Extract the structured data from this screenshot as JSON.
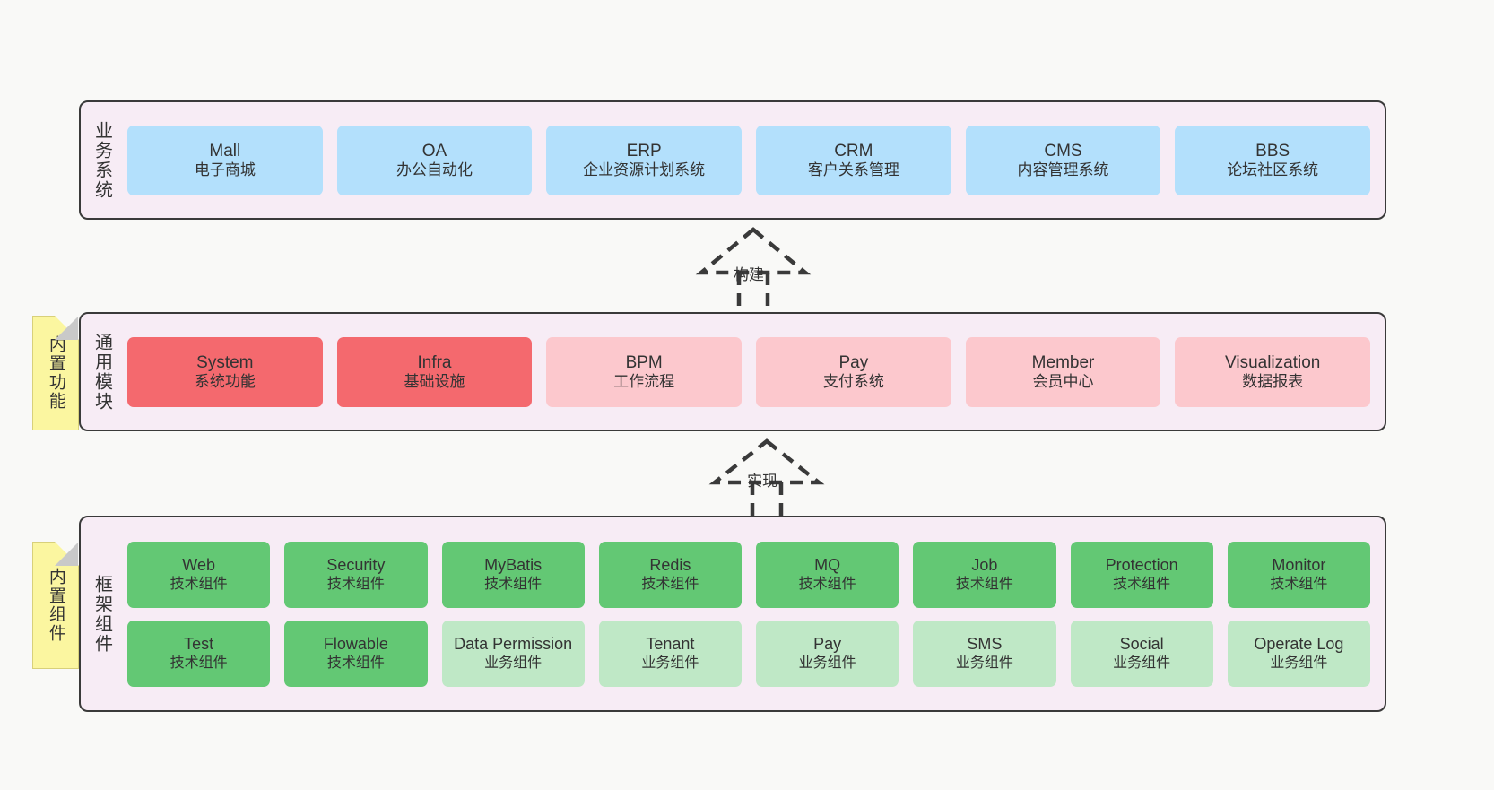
{
  "diagram": {
    "background_color": "#f9f9f7",
    "layer_bg_color": "#f7ecf5",
    "layer_border_color": "#3a3a3a"
  },
  "layers": {
    "business": {
      "title": "业务系统",
      "card_color": "#b3e0fc",
      "items": [
        {
          "en": "Mall",
          "cn": "电子商城"
        },
        {
          "en": "OA",
          "cn": "办公自动化"
        },
        {
          "en": "ERP",
          "cn": "企业资源计划系统"
        },
        {
          "en": "CRM",
          "cn": "客户关系管理"
        },
        {
          "en": "CMS",
          "cn": "内容管理系统"
        },
        {
          "en": "BBS",
          "cn": "论坛社区系统"
        }
      ]
    },
    "common": {
      "title": "通用模块",
      "primary_color": "#f4696e",
      "secondary_color": "#fcc8cd",
      "items": [
        {
          "en": "System",
          "cn": "系统功能",
          "variant": "primary"
        },
        {
          "en": "Infra",
          "cn": "基础设施",
          "variant": "primary"
        },
        {
          "en": "BPM",
          "cn": "工作流程",
          "variant": "secondary"
        },
        {
          "en": "Pay",
          "cn": "支付系统",
          "variant": "secondary"
        },
        {
          "en": "Member",
          "cn": "会员中心",
          "variant": "secondary"
        },
        {
          "en": "Visualization",
          "cn": "数据报表",
          "variant": "secondary"
        }
      ]
    },
    "framework": {
      "title": "框架组件",
      "tech_color": "#63c874",
      "biz_color": "#bfe8c6",
      "row1": [
        {
          "en": "Web",
          "cn": "技术组件",
          "variant": "tech"
        },
        {
          "en": "Security",
          "cn": "技术组件",
          "variant": "tech"
        },
        {
          "en": "MyBatis",
          "cn": "技术组件",
          "variant": "tech"
        },
        {
          "en": "Redis",
          "cn": "技术组件",
          "variant": "tech"
        },
        {
          "en": "MQ",
          "cn": "技术组件",
          "variant": "tech"
        },
        {
          "en": "Job",
          "cn": "技术组件",
          "variant": "tech"
        },
        {
          "en": "Protection",
          "cn": "技术组件",
          "variant": "tech"
        },
        {
          "en": "Monitor",
          "cn": "技术组件",
          "variant": "tech"
        }
      ],
      "row2": [
        {
          "en": "Test",
          "cn": "技术组件",
          "variant": "tech"
        },
        {
          "en": "Flowable",
          "cn": "技术组件",
          "variant": "tech"
        },
        {
          "en": "Data Permission",
          "cn": "业务组件",
          "variant": "biz"
        },
        {
          "en": "Tenant",
          "cn": "业务组件",
          "variant": "biz"
        },
        {
          "en": "Pay",
          "cn": "业务组件",
          "variant": "biz"
        },
        {
          "en": "SMS",
          "cn": "业务组件",
          "variant": "biz"
        },
        {
          "en": "Social",
          "cn": "业务组件",
          "variant": "biz"
        },
        {
          "en": "Operate Log",
          "cn": "业务组件",
          "variant": "biz"
        }
      ]
    }
  },
  "stickies": {
    "common": {
      "text": "内置功能",
      "color": "#fbf6a0"
    },
    "framework": {
      "text": "内置组件",
      "color": "#fbf6a0"
    }
  },
  "connectors": {
    "build": {
      "label": "构建"
    },
    "implement": {
      "label": "实现"
    }
  }
}
